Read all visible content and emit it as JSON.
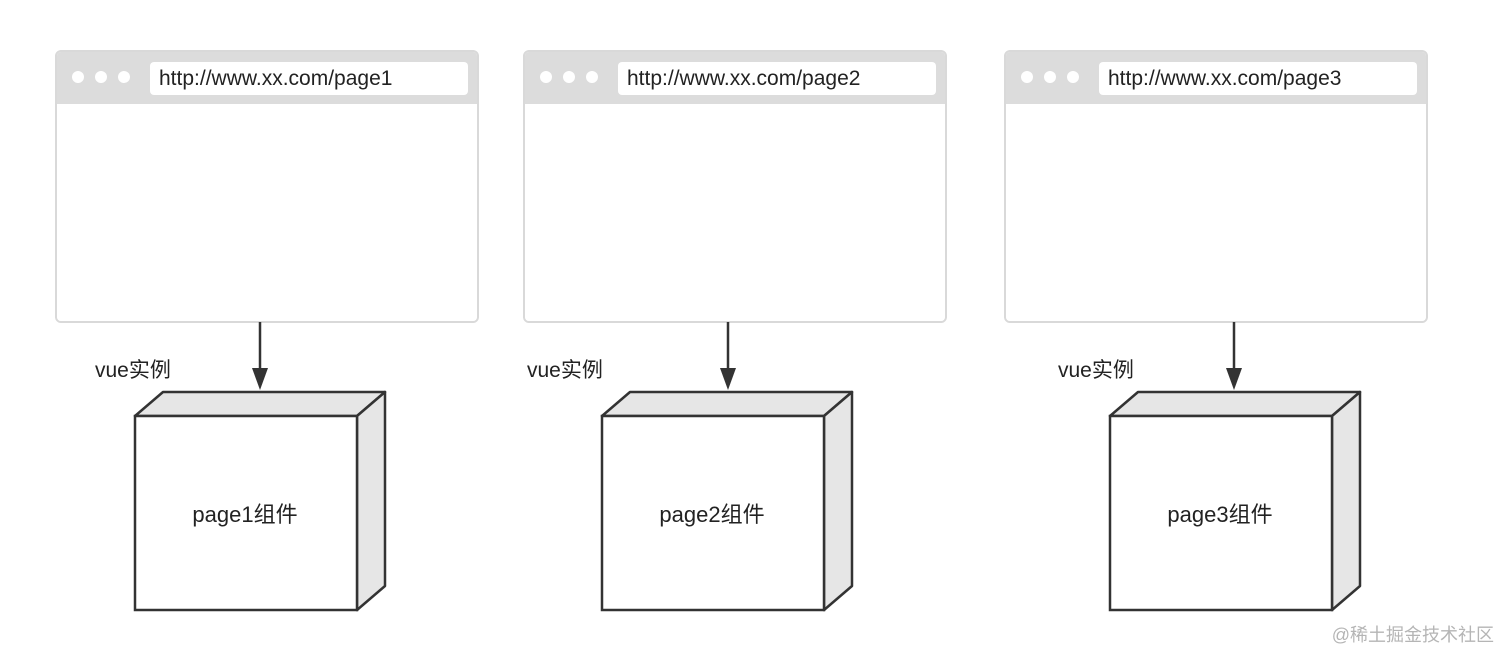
{
  "columns": [
    {
      "url": "http://www.xx.com/page1",
      "instance_label": "vue实例",
      "component_label": "page1组件"
    },
    {
      "url": "http://www.xx.com/page2",
      "instance_label": "vue实例",
      "component_label": "page2组件"
    },
    {
      "url": "http://www.xx.com/page3",
      "instance_label": "vue实例",
      "component_label": "page3组件"
    }
  ],
  "watermark": "@稀土掘金技术社区",
  "colors": {
    "titlebar": "#dcdcdc",
    "window_border": "#d9d9d9",
    "box_face": "#ffffff",
    "box_side": "#e6e6e6",
    "stroke": "#333333"
  }
}
